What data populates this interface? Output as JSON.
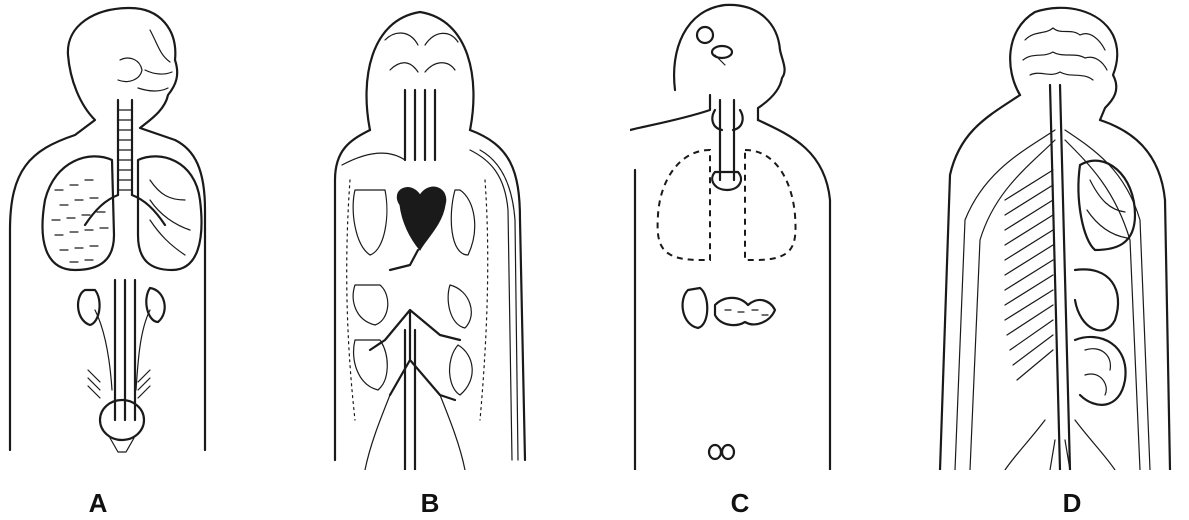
{
  "figures": [
    {
      "id": "A",
      "label": "A",
      "system": "respiratory-excretory-figure"
    },
    {
      "id": "B",
      "label": "B",
      "system": "circulatory-figure"
    },
    {
      "id": "C",
      "label": "C",
      "system": "endocrine-figure"
    },
    {
      "id": "D",
      "label": "D",
      "system": "nervous-figure"
    }
  ],
  "colors": {
    "ink": "#1a1a1a",
    "background": "#ffffff"
  }
}
